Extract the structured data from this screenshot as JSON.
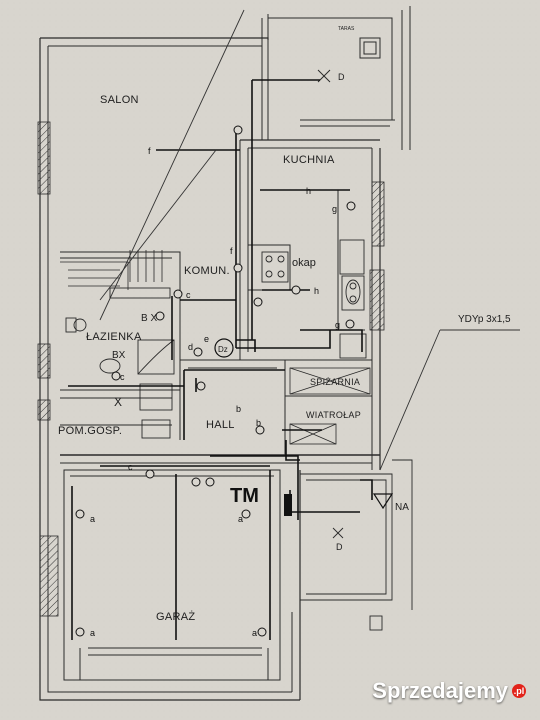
{
  "rooms": {
    "salon": "SALON",
    "kuchnia": "KUCHNIA",
    "komun": "KOMUN.",
    "lazienka": "ŁAZIENKA",
    "pom_gosp": "POM.GOSP.",
    "hall": "HALL",
    "spizarnia": "SPIŻARNIA",
    "wiatrolap": "WIATROŁAP",
    "garaz": "GARAŻ",
    "taras": "TARAS"
  },
  "labels": {
    "okap": "okap",
    "cable": "YDYp 3x1,5",
    "tm": "TM",
    "na": "NA",
    "dz": "Dz",
    "d_top": "D",
    "d_bottom": "D",
    "bx": "BX",
    "b_x": "B X",
    "x_pom": "X"
  },
  "wire_letters": {
    "f1": "f",
    "f2": "f",
    "h1": "h",
    "h2": "h",
    "g1": "g",
    "g2": "g",
    "c1": "c",
    "c2": "c",
    "d1": "d",
    "e1": "e",
    "b1": "b",
    "b2": "b",
    "a1": "a",
    "a2": "a",
    "a3": "a",
    "a4": "a",
    "c3": "c"
  },
  "watermark": {
    "text": "Sprzedajemy",
    "suffix": ".pl"
  },
  "colors": {
    "paper": "#d9d6cf",
    "ink": "#1e1e1e",
    "wall": "#2a2a2a",
    "watermark_dot": "#e2231a",
    "stamp": "#b06c74"
  }
}
